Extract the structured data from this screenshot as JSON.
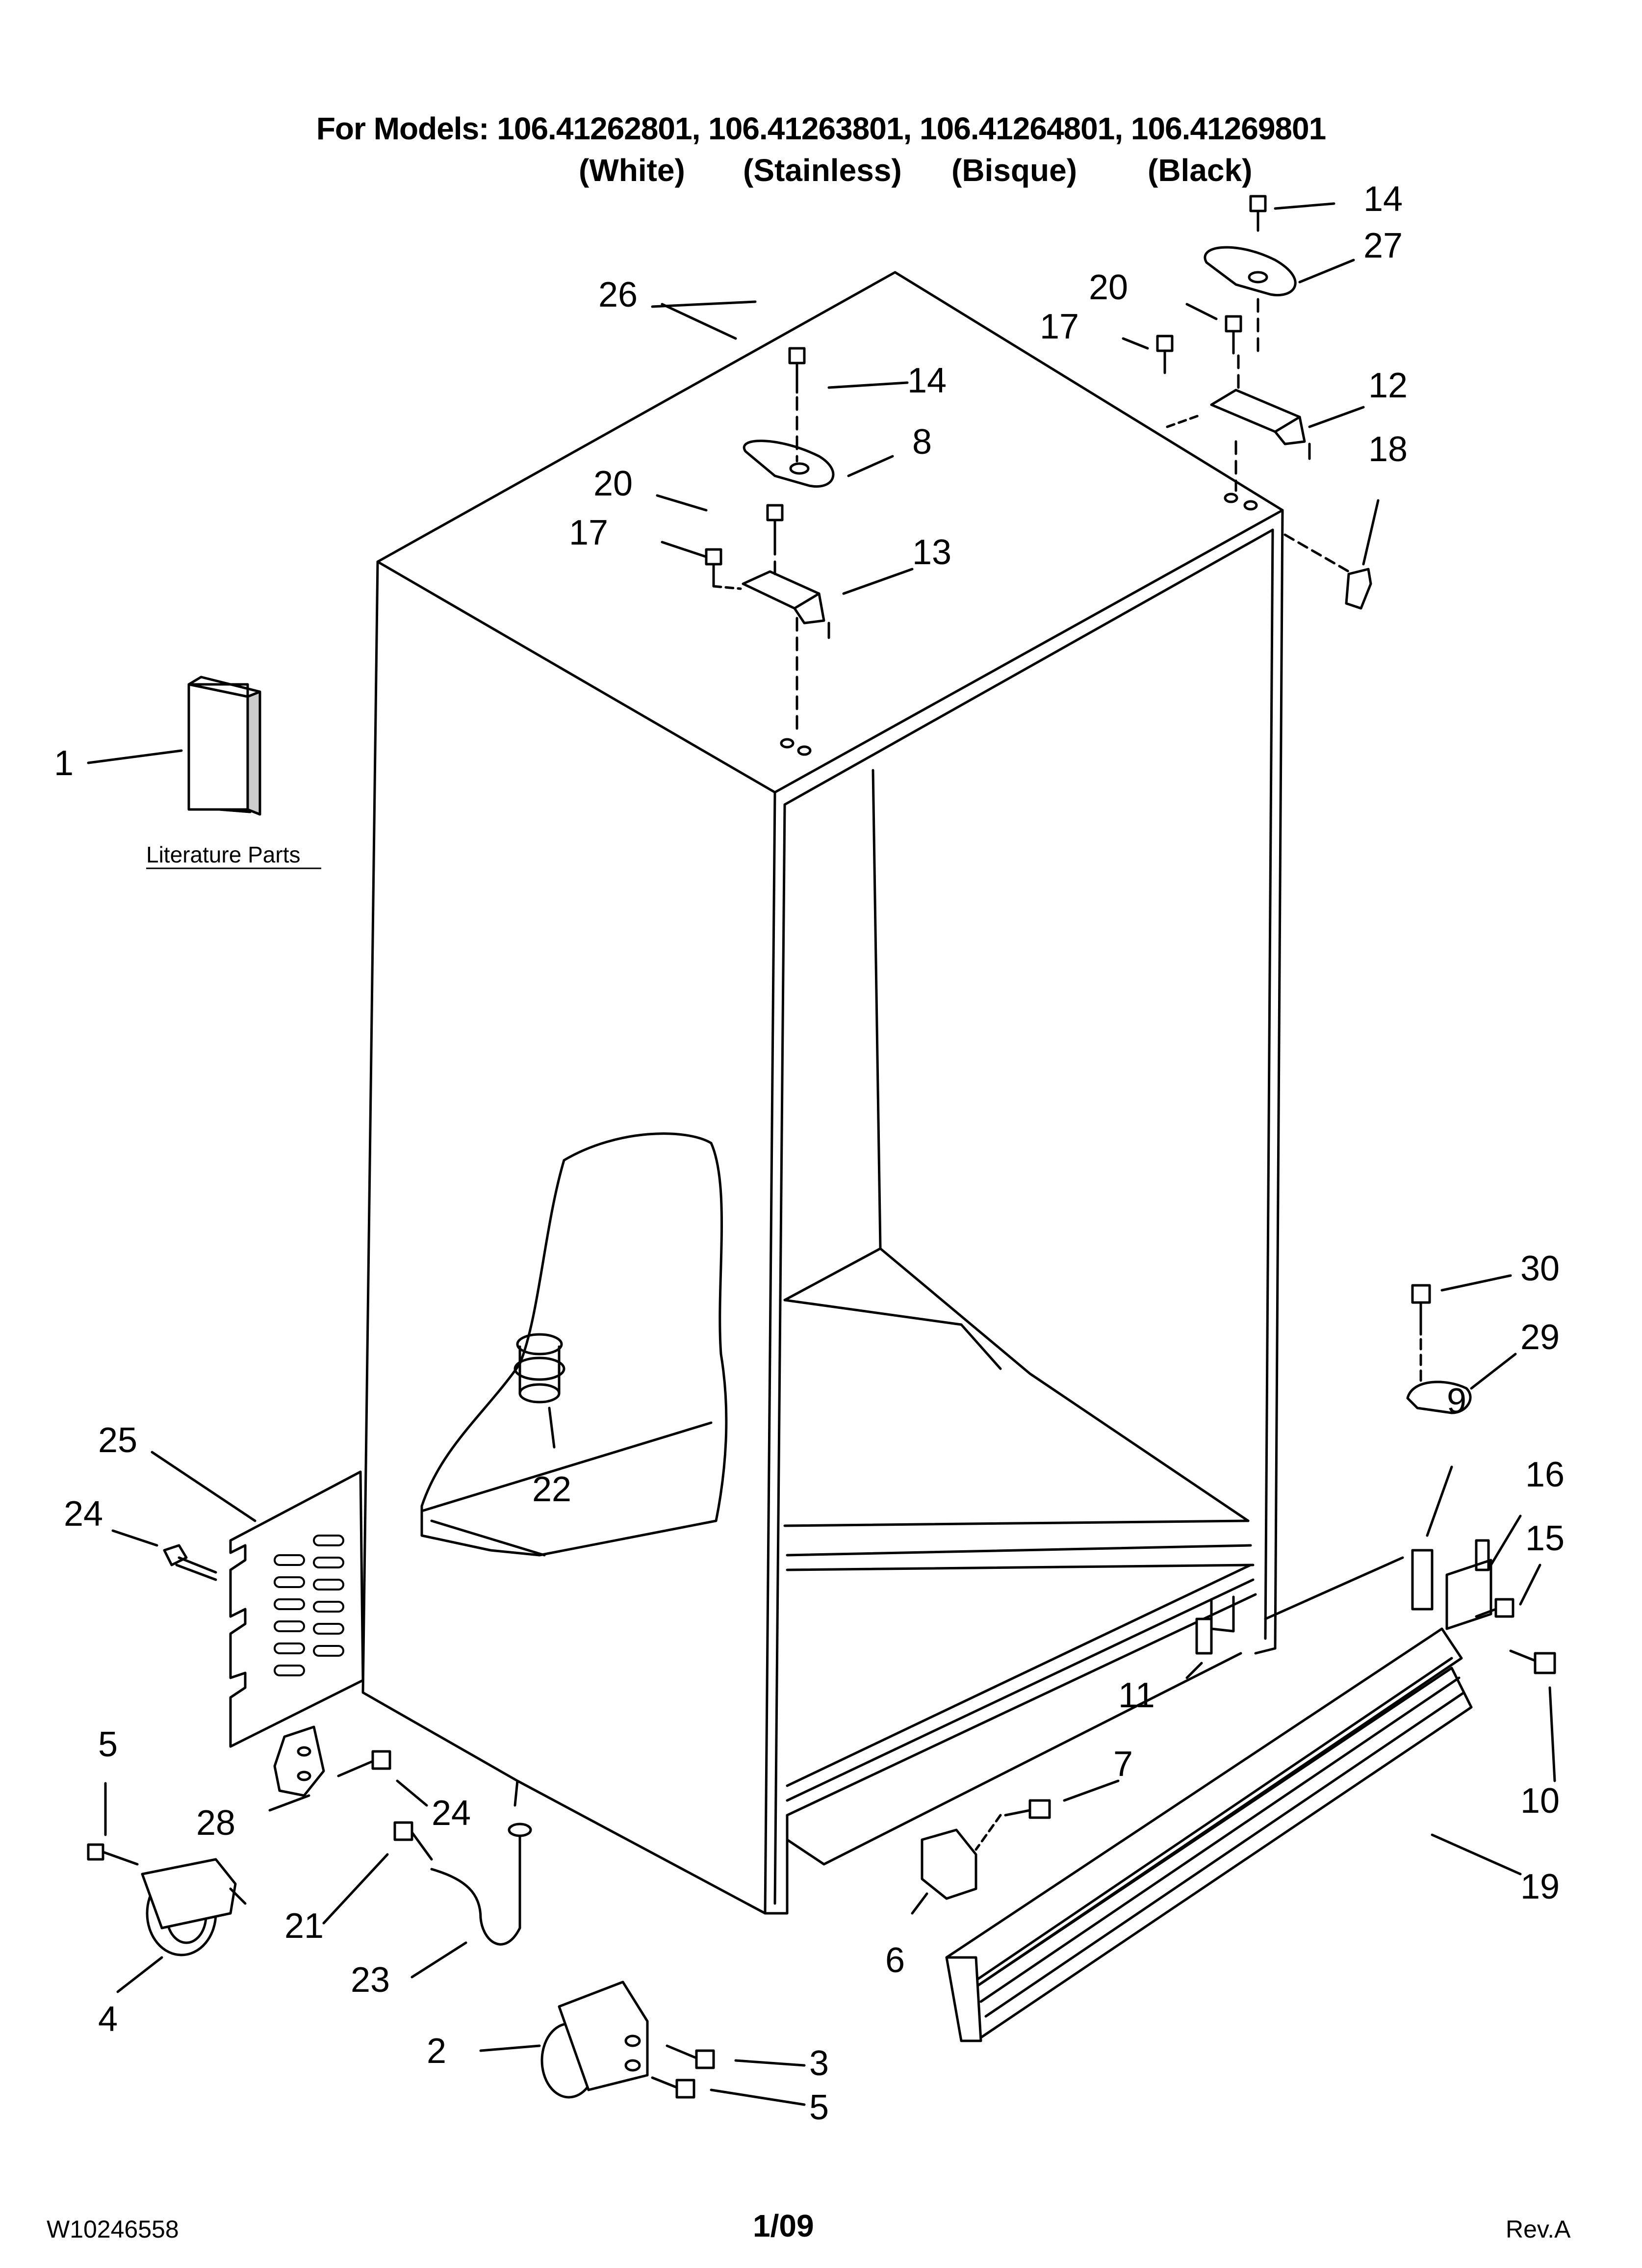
{
  "header": {
    "models_line": "For Models: 106.41262801, 106.41263801, 106.41264801, 106.41269801",
    "colors": [
      "(White)",
      "(Stainless)",
      "(Bisque)",
      "(Black)"
    ]
  },
  "literature_label": "Literature Parts",
  "callouts": [
    "1",
    "2",
    "3",
    "4",
    "5",
    "5",
    "6",
    "7",
    "8",
    "9",
    "10",
    "11",
    "12",
    "13",
    "14",
    "14",
    "15",
    "16",
    "17",
    "17",
    "18",
    "19",
    "20",
    "20",
    "21",
    "22",
    "23",
    "24",
    "24",
    "25",
    "26",
    "27",
    "28",
    "29",
    "30"
  ],
  "footer": {
    "doc_number": "W10246558",
    "page": "1/09",
    "revision": "Rev.A"
  }
}
